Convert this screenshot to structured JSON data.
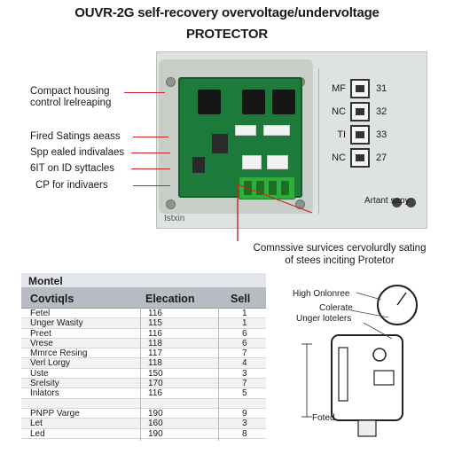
{
  "title": {
    "line1": "OUVR-2G self-recovery overvoltage/undervoltage",
    "line2": "PROTECTOR"
  },
  "device": {
    "ports": [
      {
        "label": "MF",
        "num": "31"
      },
      {
        "label": "NC",
        "num": "32"
      },
      {
        "label": "TI",
        "num": "33"
      },
      {
        "label": "NC",
        "num": "27"
      }
    ],
    "alert_text": "Artant sapy",
    "sticker_text": "Istxin"
  },
  "annotations": [
    {
      "text1": "Compact housing",
      "text2": "control lrelreaping"
    },
    {
      "text1": "Fired Satings aeass",
      "text2": ""
    },
    {
      "text1": "Spp ealed indivalaes",
      "text2": ""
    },
    {
      "text1": "6IT on ID syttacles",
      "text2": ""
    },
    {
      "text1": "CP for indivaers",
      "text2": ""
    }
  ],
  "bottom_callout": {
    "line1": "Comnssive survices cervolurdly sating",
    "line2": "of stees inciting Protetor"
  },
  "table": {
    "caption": "Montel",
    "headers": [
      "Covtiqls",
      "Elecation",
      "Sell"
    ],
    "rows": [
      [
        "Fetel",
        "116",
        "1"
      ],
      [
        "Unger Wasity",
        "115",
        "1"
      ],
      [
        "Preet",
        "116",
        "6"
      ],
      [
        "Vrese",
        "118",
        "6"
      ],
      [
        "Mmrce Resing",
        "117",
        "7"
      ],
      [
        "Verl Lorgy",
        "118",
        "4"
      ],
      [
        "Uste",
        "150",
        "3"
      ],
      [
        "Srelsity",
        "170",
        "7"
      ],
      [
        "Inlators",
        "116",
        "5"
      ],
      [
        "",
        "",
        ""
      ],
      [
        "PNPP Varge",
        "190",
        "9"
      ],
      [
        "Let",
        "160",
        "3"
      ],
      [
        "Led",
        "190",
        "8"
      ]
    ]
  },
  "drawing": {
    "labels": [
      "High Onlonree",
      "Colerate",
      "Unger lotelers",
      "Foted"
    ]
  }
}
